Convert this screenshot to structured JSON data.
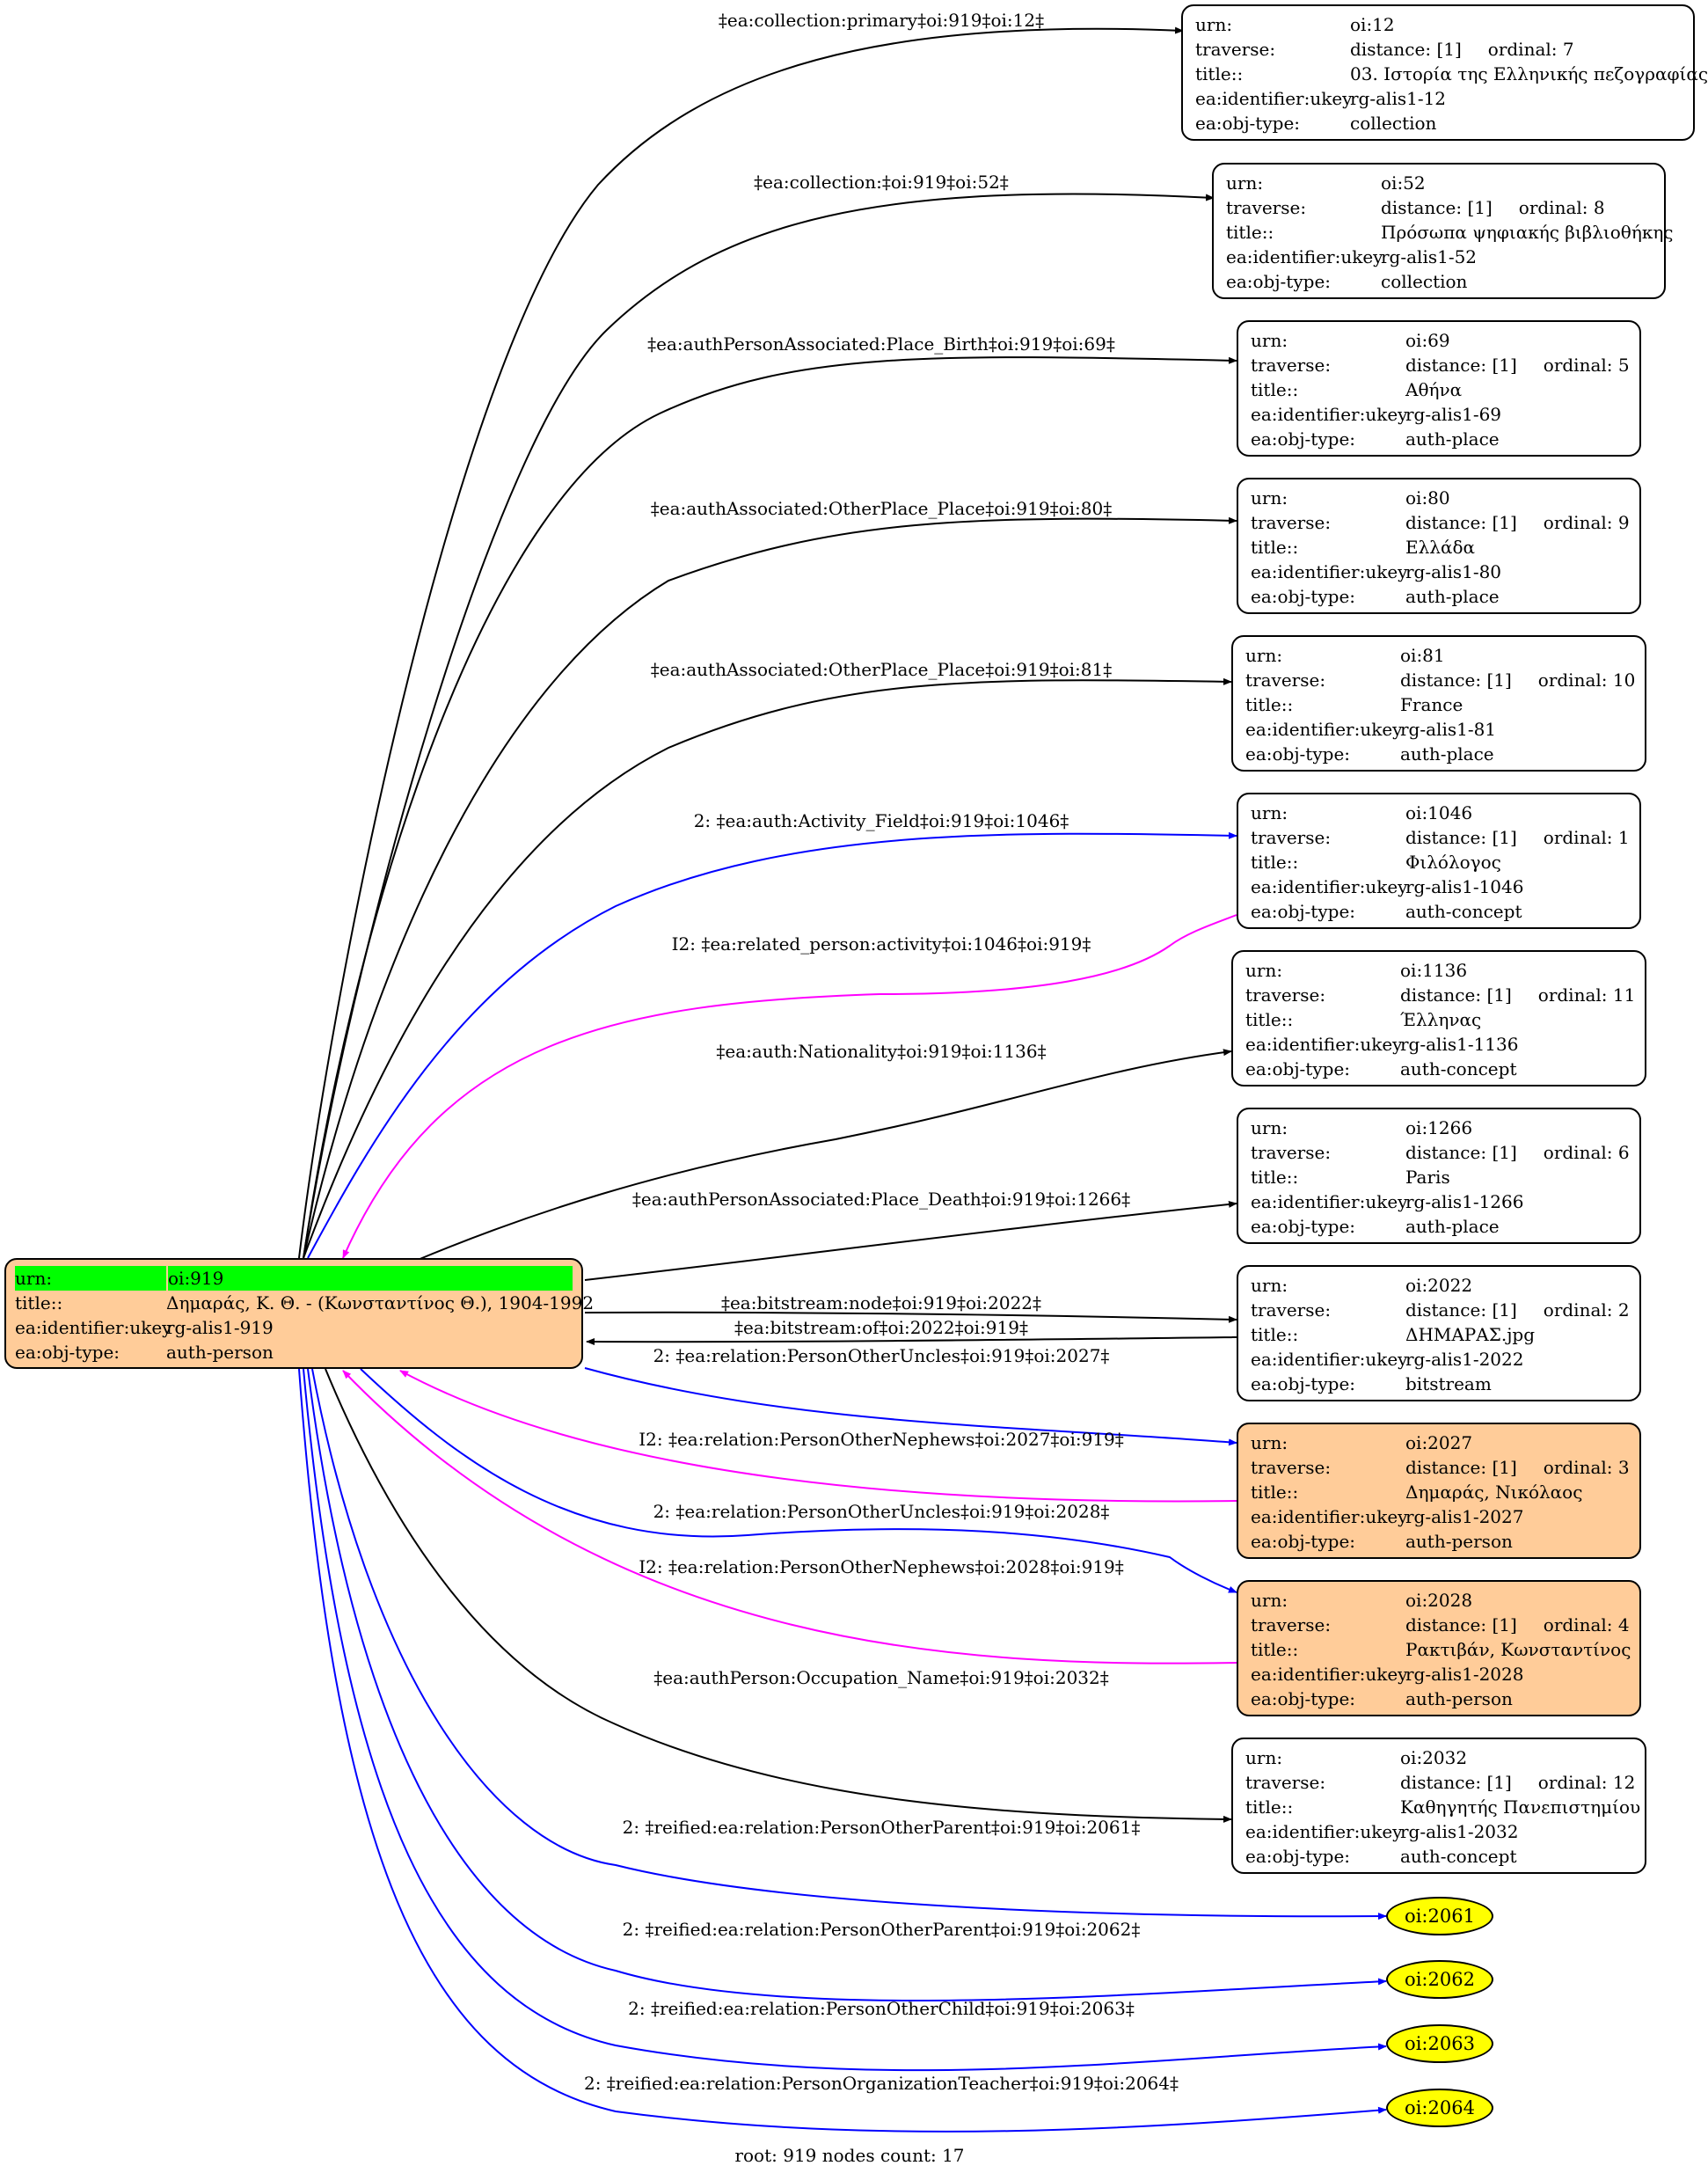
{
  "diagram": {
    "root": {
      "urn_key": "urn:",
      "urn": "oi:919",
      "title_key": "title::",
      "title": "Δημαράς, Κ. Θ. - (Κωνσταντίνος Θ.), 1904-1992",
      "ukey_key": "ea:identifier:ukey",
      "ukey": "rg-alis1-919",
      "type_key": "ea:obj-type:",
      "type": "auth-person"
    },
    "labels": {
      "urn": "urn:",
      "traverse": "traverse:",
      "title": "title::",
      "ukey": "ea:identifier:ukey",
      "type": "ea:obj-type:"
    },
    "nodes": [
      {
        "urn": "oi:12",
        "distance": "distance: [1]",
        "ordinal": "ordinal: 7",
        "title": "03. Ιστορία της Ελληνικής πεζογραφίας",
        "ukey": "rg-alis1-12",
        "type": "collection"
      },
      {
        "urn": "oi:52",
        "distance": "distance: [1]",
        "ordinal": "ordinal: 8",
        "title": "Πρόσωπα ψηφιακής βιβλιοθήκης",
        "ukey": "rg-alis1-52",
        "type": "collection"
      },
      {
        "urn": "oi:69",
        "distance": "distance: [1]",
        "ordinal": "ordinal: 5",
        "title": "Αθήνα",
        "ukey": "rg-alis1-69",
        "type": "auth-place"
      },
      {
        "urn": "oi:80",
        "distance": "distance: [1]",
        "ordinal": "ordinal: 9",
        "title": "Ελλάδα",
        "ukey": "rg-alis1-80",
        "type": "auth-place"
      },
      {
        "urn": "oi:81",
        "distance": "distance: [1]",
        "ordinal": "ordinal: 10",
        "title": "France",
        "ukey": "rg-alis1-81",
        "type": "auth-place"
      },
      {
        "urn": "oi:1046",
        "distance": "distance: [1]",
        "ordinal": "ordinal: 1",
        "title": "Φιλόλογος",
        "ukey": "rg-alis1-1046",
        "type": "auth-concept"
      },
      {
        "urn": "oi:1136",
        "distance": "distance: [1]",
        "ordinal": "ordinal: 11",
        "title": "Έλληνας",
        "ukey": "rg-alis1-1136",
        "type": "auth-concept"
      },
      {
        "urn": "oi:1266",
        "distance": "distance: [1]",
        "ordinal": "ordinal: 6",
        "title": "Paris",
        "ukey": "rg-alis1-1266",
        "type": "auth-place"
      },
      {
        "urn": "oi:2022",
        "distance": "distance: [1]",
        "ordinal": "ordinal: 2",
        "title": "ΔΗΜΑΡΑΣ.jpg",
        "ukey": "rg-alis1-2022",
        "type": "bitstream"
      },
      {
        "urn": "oi:2027",
        "distance": "distance: [1]",
        "ordinal": "ordinal: 3",
        "title": "Δημαράς, Νικόλαος",
        "ukey": "rg-alis1-2027",
        "type": "auth-person"
      },
      {
        "urn": "oi:2028",
        "distance": "distance: [1]",
        "ordinal": "ordinal: 4",
        "title": "Ρακτιβάν, Κωνσταντίνος",
        "ukey": "rg-alis1-2028",
        "type": "auth-person"
      },
      {
        "urn": "oi:2032",
        "distance": "distance: [1]",
        "ordinal": "ordinal: 12",
        "title": "Καθηγητής Πανεπιστημίου",
        "ukey": "rg-alis1-2032",
        "type": "auth-concept"
      }
    ],
    "ellipses": [
      "oi:2061",
      "oi:2062",
      "oi:2063",
      "oi:2064"
    ],
    "edge_labels": [
      "‡ea:collection:primary‡oi:919‡oi:12‡",
      "‡ea:collection:‡oi:919‡oi:52‡",
      "‡ea:authPersonAssociated:Place_Birth‡oi:919‡oi:69‡",
      "‡ea:authAssociated:OtherPlace_Place‡oi:919‡oi:80‡",
      "‡ea:authAssociated:OtherPlace_Place‡oi:919‡oi:81‡",
      "2: ‡ea:auth:Activity_Field‡oi:919‡oi:1046‡",
      "I2: ‡ea:related_person:activity‡oi:1046‡oi:919‡",
      "‡ea:auth:Nationality‡oi:919‡oi:1136‡",
      "‡ea:authPersonAssociated:Place_Death‡oi:919‡oi:1266‡",
      "‡ea:bitstream:node‡oi:919‡oi:2022‡",
      "‡ea:bitstream:of‡oi:2022‡oi:919‡",
      "2: ‡ea:relation:PersonOtherUncles‡oi:919‡oi:2027‡",
      "I2: ‡ea:relation:PersonOtherNephews‡oi:2027‡oi:919‡",
      "2: ‡ea:relation:PersonOtherUncles‡oi:919‡oi:2028‡",
      "I2: ‡ea:relation:PersonOtherNephews‡oi:2028‡oi:919‡",
      "‡ea:authPerson:Occupation_Name‡oi:919‡oi:2032‡",
      "2: ‡reified:ea:relation:PersonOtherParent‡oi:919‡oi:2061‡",
      "2: ‡reified:ea:relation:PersonOtherParent‡oi:919‡oi:2062‡",
      "2: ‡reified:ea:relation:PersonOtherChild‡oi:919‡oi:2063‡",
      "2: ‡reified:ea:relation:PersonOrganizationTeacher‡oi:919‡oi:2064‡"
    ],
    "footer": "root: 919 nodes count: 17",
    "colors": {
      "black_edge": "#000000",
      "blue_edge": "#0000ff",
      "magenta_edge": "#ff00ff",
      "person_fill": "#ffcc99",
      "root_highlight": "#00ff00",
      "ellipse_fill": "#ffff00"
    }
  }
}
